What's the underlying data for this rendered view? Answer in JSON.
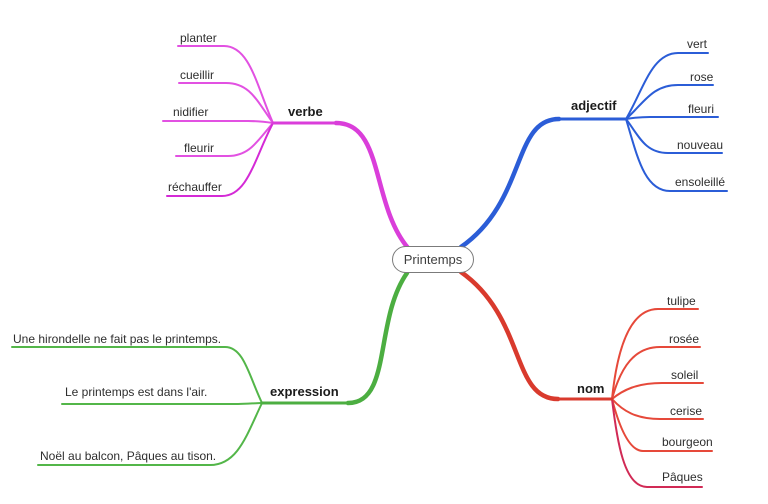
{
  "title": "Printemps mind map",
  "center": {
    "label": "Printemps"
  },
  "background_color": "#ffffff",
  "node_border_color": "#7b7b7b",
  "text_color": "#2e2e2e",
  "branches": [
    {
      "id": "verbe",
      "label": "verbe",
      "color": "#e251e2",
      "trunk_color": "#da3eda",
      "side": "top-left",
      "leaves": [
        {
          "label": "planter"
        },
        {
          "label": "cueillir"
        },
        {
          "label": "nidifier"
        },
        {
          "label": "fleurir"
        },
        {
          "label": "réchauffer",
          "color": "#d42ad6"
        }
      ]
    },
    {
      "id": "adjectif",
      "label": "adjectif",
      "color": "#2b5dd7",
      "trunk_color": "#2b5dd7",
      "side": "top-right",
      "leaves": [
        {
          "label": "vert"
        },
        {
          "label": "rose"
        },
        {
          "label": "fleuri"
        },
        {
          "label": "nouveau"
        },
        {
          "label": "ensoleillé"
        }
      ]
    },
    {
      "id": "expression",
      "label": "expression",
      "color": "#53b649",
      "trunk_color": "#4cae41",
      "side": "bottom-left",
      "leaves": [
        {
          "label": "Une hirondelle ne fait pas le printemps."
        },
        {
          "label": "Le printemps est dans l'air."
        },
        {
          "label": "Noël au balcon, Pâques au tison."
        }
      ]
    },
    {
      "id": "nom",
      "label": "nom",
      "color": "#e6493a",
      "trunk_color": "#d93a2d",
      "side": "bottom-right",
      "leaves": [
        {
          "label": "tulipe"
        },
        {
          "label": "rosée"
        },
        {
          "label": "soleil"
        },
        {
          "label": "cerise"
        },
        {
          "label": "bourgeon"
        },
        {
          "label": "Pâques",
          "color": "#d12a55"
        }
      ]
    }
  ]
}
